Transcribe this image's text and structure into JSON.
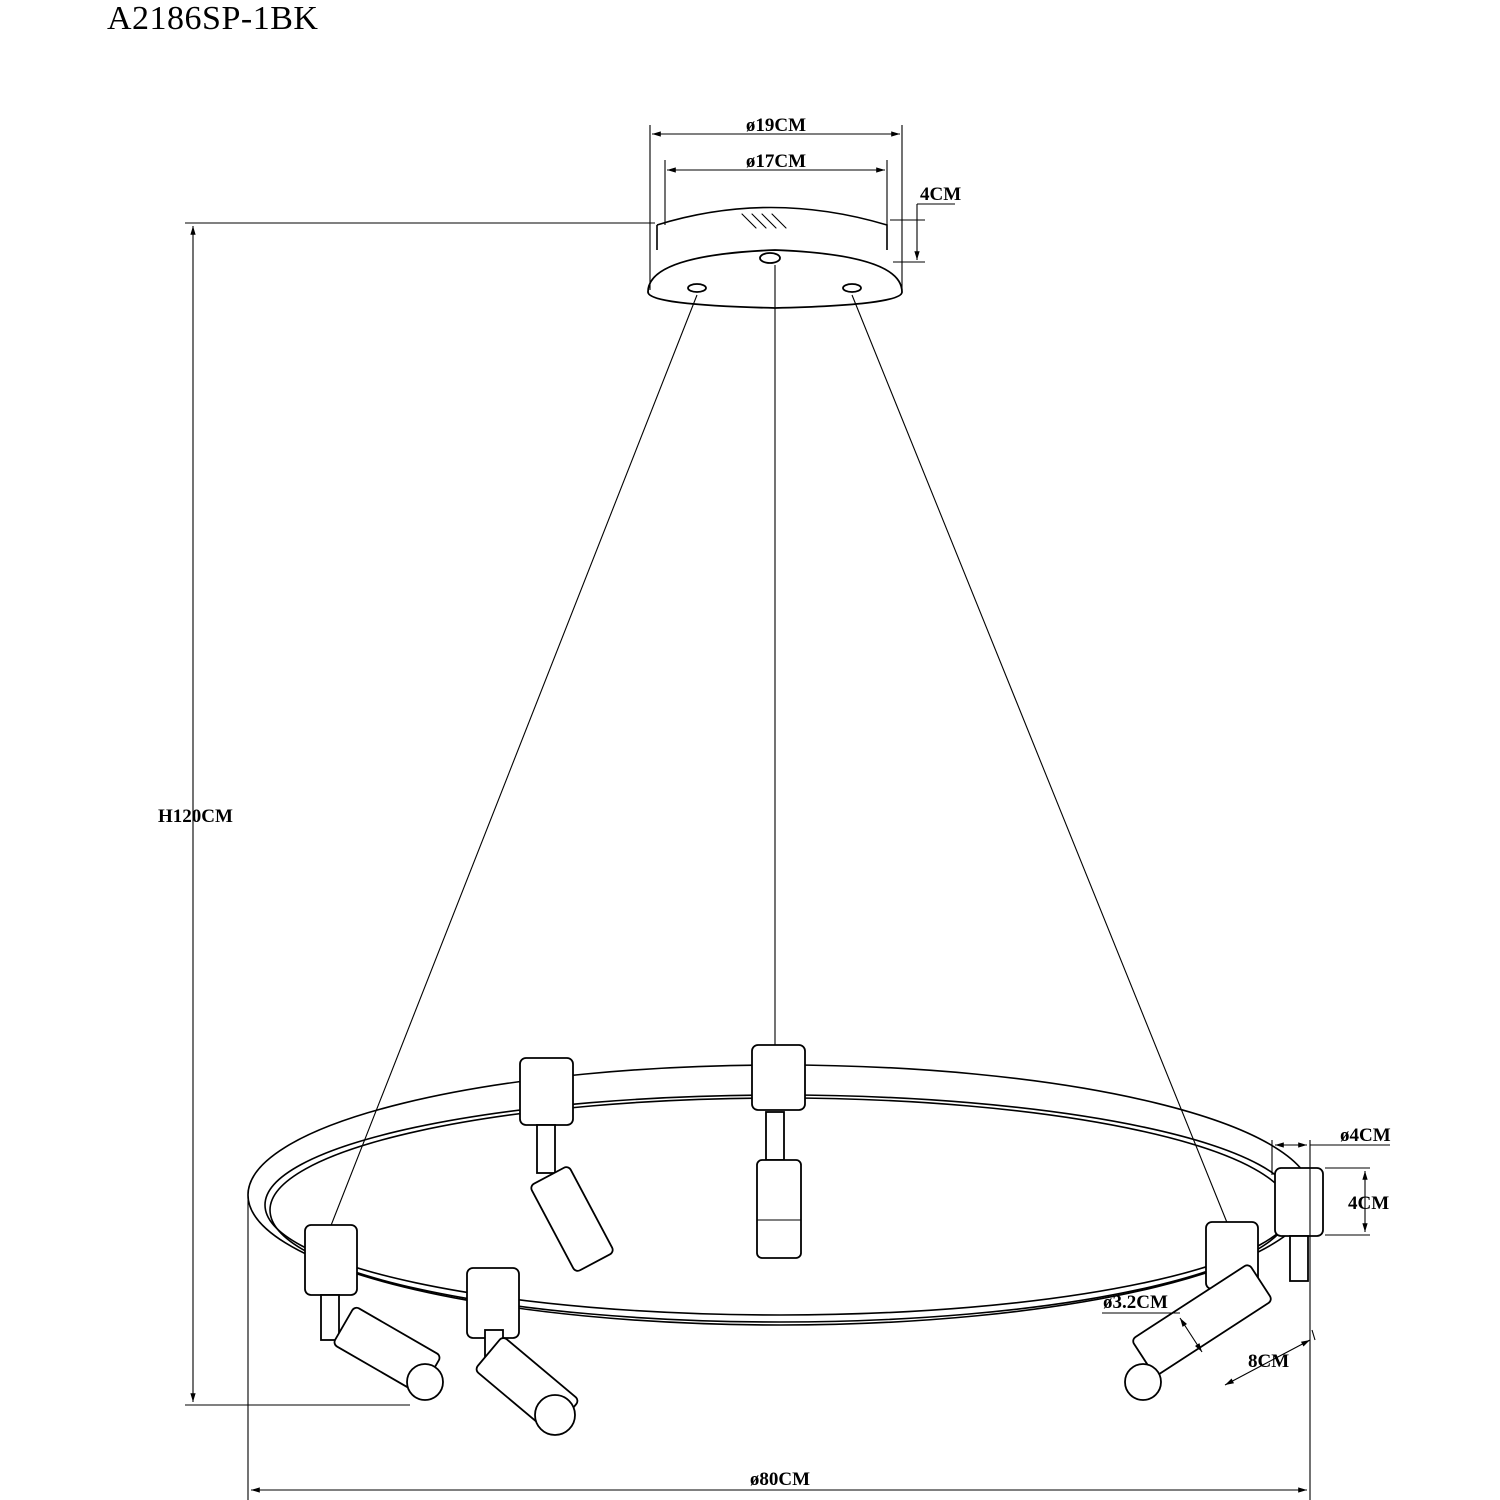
{
  "title": "A2186SP-1BK",
  "dimensions": {
    "canopy_outer": "ø19CM",
    "canopy_inner": "ø17CM",
    "canopy_height": "4CM",
    "total_height": "H120CM",
    "ring_diameter": "ø80CM",
    "tube_diameter": "ø4CM",
    "mount_height": "4CM",
    "spot_diameter": "ø3.2CM",
    "spot_length": "8CM"
  }
}
